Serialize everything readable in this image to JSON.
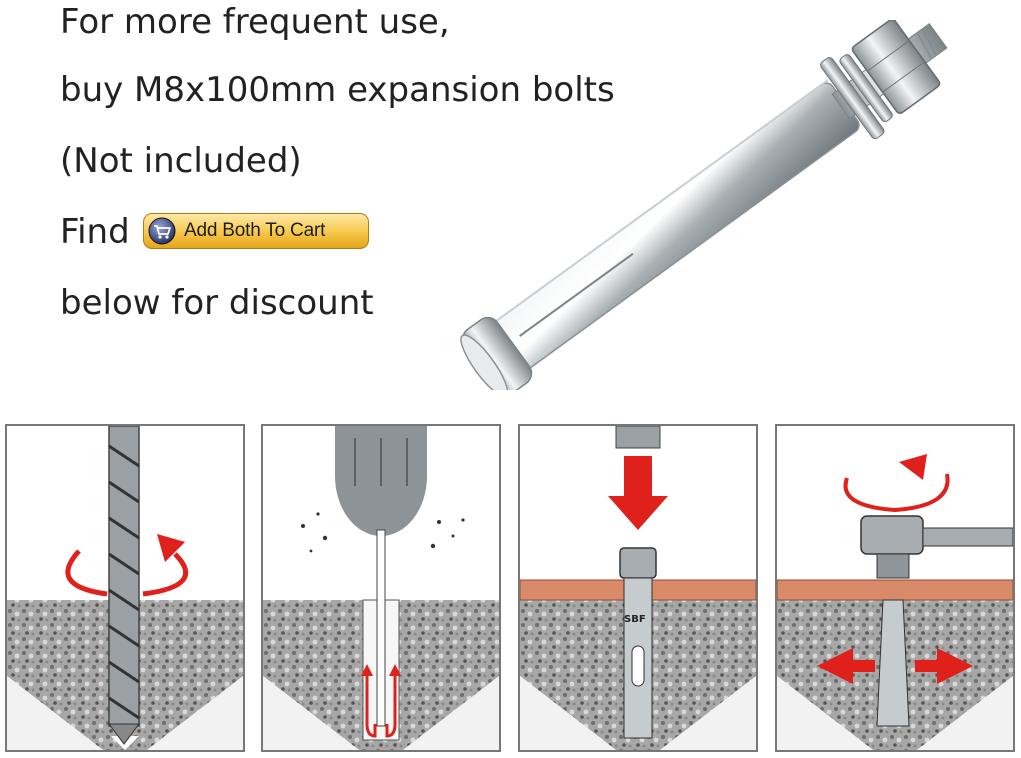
{
  "promo": {
    "line1": "For more frequent use,",
    "line2": "buy M8x100mm expansion bolts",
    "line3": "(Not included)",
    "line4_prefix": "Find",
    "line5": "below for discount"
  },
  "cart_button": {
    "label": "Add Both To Cart",
    "icon": "cart-icon"
  },
  "bolt_stamp": "SBF",
  "steps": [
    {
      "name": "drill",
      "icon": "drill-bit-icon"
    },
    {
      "name": "clean",
      "icon": "blower-icon"
    },
    {
      "name": "insert",
      "icon": "hammer-arrow-icon"
    },
    {
      "name": "tighten",
      "icon": "wrench-rotate-icon"
    }
  ],
  "colors": {
    "arrow_red": "#e0201b",
    "plate": "#d98a68",
    "button_gold": "#f6c74a"
  }
}
